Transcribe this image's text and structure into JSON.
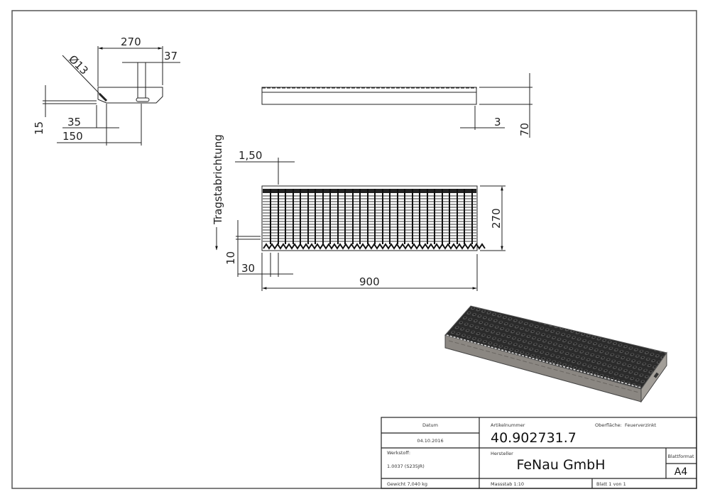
{
  "drawing": {
    "side_view": {
      "dim_width": "270",
      "dim_hole_offset": "37",
      "dim_hole_dia": "Ø13",
      "dim_height": "15",
      "dim_35": "35",
      "dim_150": "150"
    },
    "front_view": {
      "dim_3": "3",
      "dim_70": "70"
    },
    "plan_view": {
      "bearing_direction_label": "Tragstabrichtung",
      "dim_bar_thickness": "1,50",
      "dim_depth": "270",
      "dim_10": "10",
      "dim_30": "30",
      "dim_length": "900"
    },
    "iso_view": {
      "description": "isometric rendering of grating stair tread"
    }
  },
  "title_block": {
    "date_label": "Datum",
    "date_value": "04.10.2016",
    "article_label": "Artikelnummer",
    "article_value": "40.902731.7",
    "surface_label": "Oberfläche:",
    "surface_value": "Feuerverzinkt",
    "material_label": "Werkstoff:",
    "material_value": "1.0037 (S235JR)",
    "manufacturer_label": "Hersteller",
    "manufacturer_value": "FeNau GmbH",
    "format_label": "Blattformat",
    "format_value": "A4",
    "weight": "Gewicht 7,040 kg",
    "scale": "Massstab 1:10",
    "sheet": "Blatt 1 von 1"
  },
  "colors": {
    "line": "#222222",
    "frame": "#555555",
    "grating_dark": "#2a2a2a",
    "grating_mid": "#6f6f6f",
    "steel": "#8a8580"
  }
}
